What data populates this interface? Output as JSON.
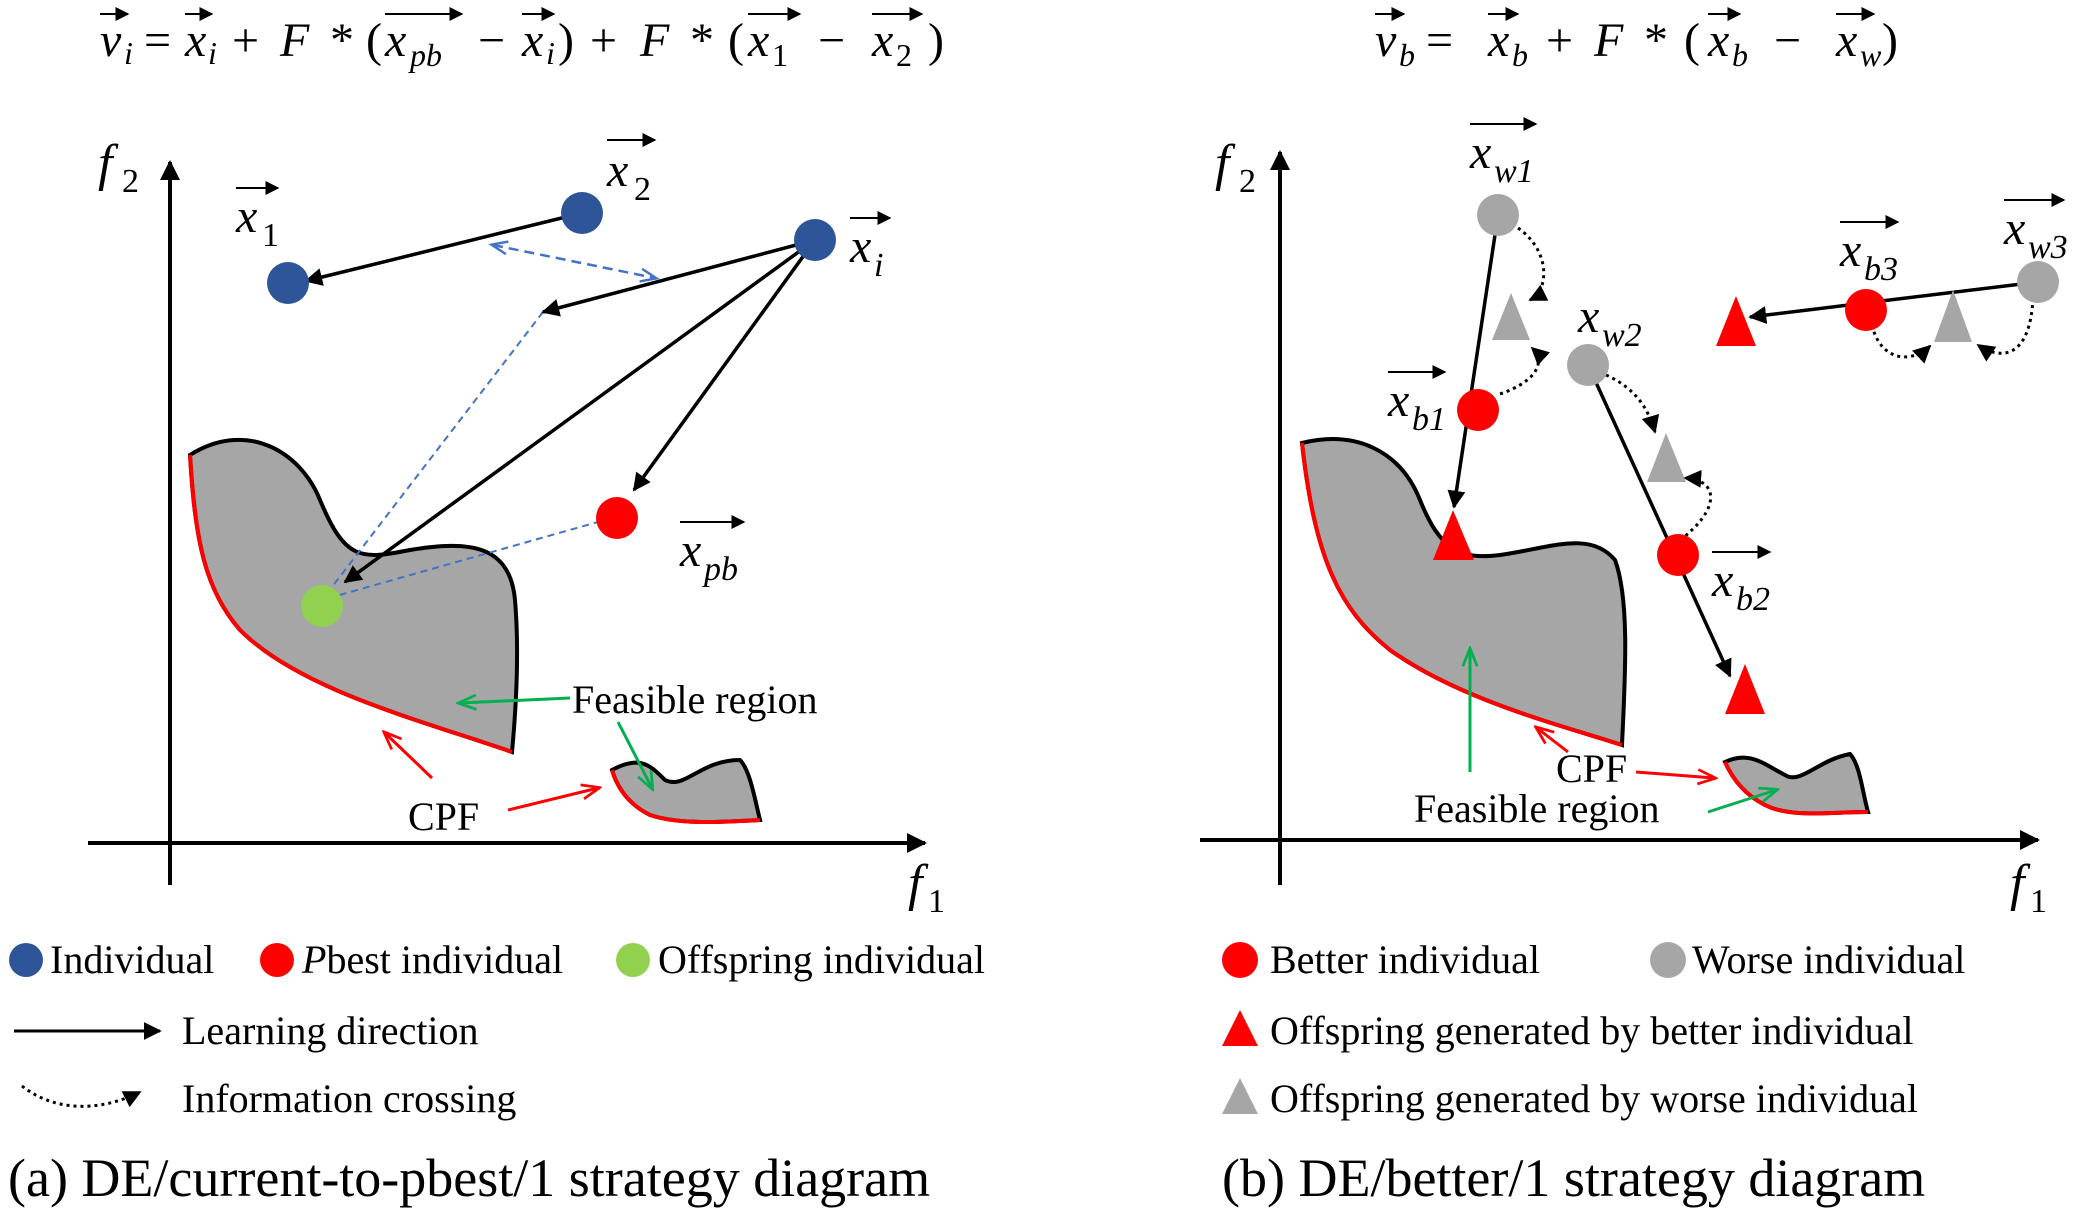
{
  "formulas": {
    "left": {
      "v": "v",
      "v_sub": "i",
      "eq": "=",
      "x1": "x",
      "x1_sub": "i",
      "plus1": "+",
      "F1": "F",
      "star1": "*",
      "lp1": "(",
      "x2": "x",
      "x2_sub": "pb",
      "minus1": "−",
      "x3": "x",
      "x3_sub": "i",
      "rp1": ")",
      "plus2": "+",
      "F2": "F",
      "star2": "*",
      "lp2": "(",
      "x4": "x",
      "x4_sub": "1",
      "minus2": "−",
      "x5": "x",
      "x5_sub": "2",
      "rp2": ")"
    },
    "right": {
      "v": "v",
      "v_sub": "b",
      "eq": "=",
      "x1": "x",
      "x1_sub": "b",
      "plus": "+",
      "F": "F",
      "star": "*",
      "lp": "(",
      "x2": "x",
      "x2_sub": "b",
      "minus": "−",
      "x3": "x",
      "x3_sub": "w",
      "rp": ")"
    }
  },
  "panel_a": {
    "axis_y": "f",
    "axis_y_sub": "2",
    "axis_x": "f",
    "axis_x_sub": "1",
    "points": {
      "x1": {
        "label": "x",
        "sub": "1"
      },
      "x2": {
        "label": "x",
        "sub": "2"
      },
      "xi": {
        "label": "x",
        "sub": "i"
      },
      "xpb": {
        "label": "x",
        "sub": "pb"
      }
    },
    "feasible_label": "Feasible region",
    "cpf_label": "CPF",
    "legend": {
      "individual": "Individual",
      "pbest_p": "P",
      "pbest_rest": "best individual",
      "offspring": "Offspring individual",
      "learning": "Learning direction",
      "crossing": "Information crossing"
    },
    "caption": "(a) DE/current-to-pbest/1 strategy diagram"
  },
  "panel_b": {
    "axis_y": "f",
    "axis_y_sub": "2",
    "axis_x": "f",
    "axis_x_sub": "1",
    "points": {
      "xw1": {
        "label": "x",
        "sub": "w1"
      },
      "xb1": {
        "label": "x",
        "sub": "b1"
      },
      "xw2": {
        "label": "x",
        "sub": "w2"
      },
      "xb2": {
        "label": "x",
        "sub": "b2"
      },
      "xb3": {
        "label": "x",
        "sub": "b3"
      },
      "xw3": {
        "label": "x",
        "sub": "w3"
      }
    },
    "feasible_label": "Feasible region",
    "cpf_label": "CPF",
    "legend": {
      "better": "Better individual",
      "worse": "Worse individual",
      "offspring_better": "Offspring generated by better individual",
      "offspring_worse": "Offspring generated by worse individual"
    },
    "caption": "(b) DE/better/1 strategy diagram"
  },
  "colors": {
    "individual_blue": "#2e5597",
    "pbest_red": "#ff0000",
    "offspring_green": "#92d050",
    "worse_gray": "#a6a6a6",
    "region_gray": "#a6a6a6",
    "cpf_red": "#ff0000",
    "annotation_green": "#00b050",
    "dashed_blue": "#4472c4"
  }
}
